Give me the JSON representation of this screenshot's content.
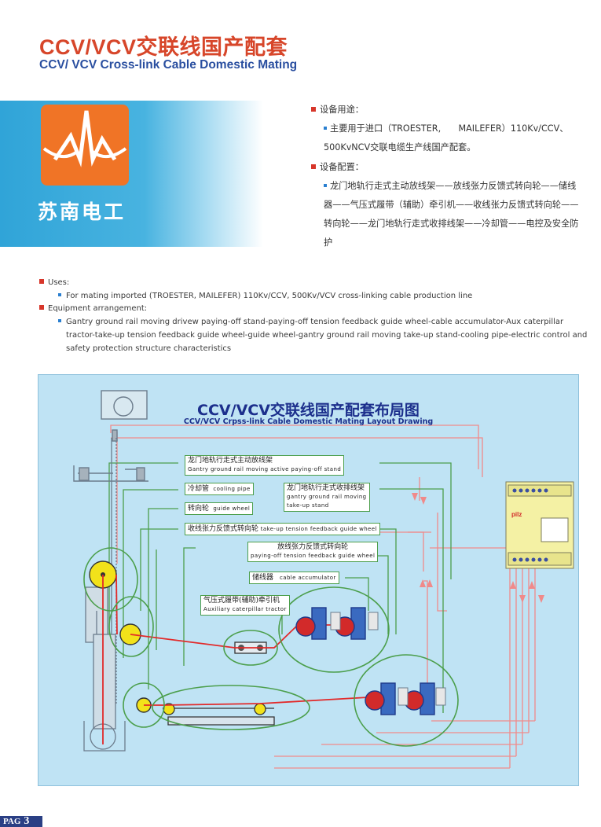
{
  "header": {
    "title_cn": "CCV/VCV交联线国产配套",
    "title_en": "CCV/ VCV Cross-link Cable Domestic Mating"
  },
  "brand": {
    "name": "苏南电工",
    "logo_color": "#f07426",
    "banner_color": "#30a4d8"
  },
  "cn_section": {
    "uses_heading": "设备用途：",
    "uses_text": "主要用于进口（TROESTER,　　MAILEFER）110Kv/CCV、500KvNCV交联电缆生产线国产配套。",
    "config_heading": "设备配置：",
    "config_text": "龙门地轨行走式主动放线架——放线张力反馈式转向轮——储线器——气压式履带（辅助）牵引机——收线张力反馈式转向轮——转向轮——龙门地轨行走式收排线架——冷却管——电控及安全防护"
  },
  "en_section": {
    "uses_heading": "Uses:",
    "uses_text": "For mating imported (TROESTER, MAILEFER) 110Kv/CCV, 500Kv/VCV cross-linking cable production line",
    "config_heading": "Equipment arrangement:",
    "config_text": "Gantry ground rail moving drivew paying-off stand-paying-off tension feedback guide wheel-cable accumulator-Aux caterpillar tractor-take-up tension feedback guide wheel-guide wheel-gantry ground rail moving take-up stand-cooling pipe-electric control and safety protection structure characteristics"
  },
  "drawing": {
    "title_cn": "CCV/VCV交联线国产配套布局图",
    "title_en": "CCV/VCV Crpss-link Cable Domestic Mating Layout Drawing",
    "labels": [
      {
        "cn": "龙门地轨行走式主动放线架",
        "en": "Gantry ground rail moving active paying-off stand"
      },
      {
        "cn": "冷却管",
        "en": "cooling pipe"
      },
      {
        "cn": "龙门地轨行走式收排线架",
        "en": "gantry ground rail moving",
        "en2": "take-up stand"
      },
      {
        "cn": "转向轮",
        "en": "guide wheel"
      },
      {
        "cn": "收线张力反馈式转向轮",
        "en": "take-up tension feedback guide wheel"
      },
      {
        "cn": "放线张力反馈式转向轮",
        "en": "paying-off tension feedback guide wheel"
      },
      {
        "cn": "储线器",
        "en": "cable accumulator"
      },
      {
        "cn": "气压式履带(辅助)牵引机",
        "en": "Auxiliary caterpillar tractor"
      }
    ],
    "panel_brand": "pilz",
    "colors": {
      "background": "#bfe3f4",
      "leader": "#4c9f4c",
      "cable": "#e22a2a",
      "signal": "#f08a8a",
      "panel": "#f4f1a4"
    }
  },
  "footer": {
    "page_prefix": "PAG",
    "page_number": "3"
  }
}
